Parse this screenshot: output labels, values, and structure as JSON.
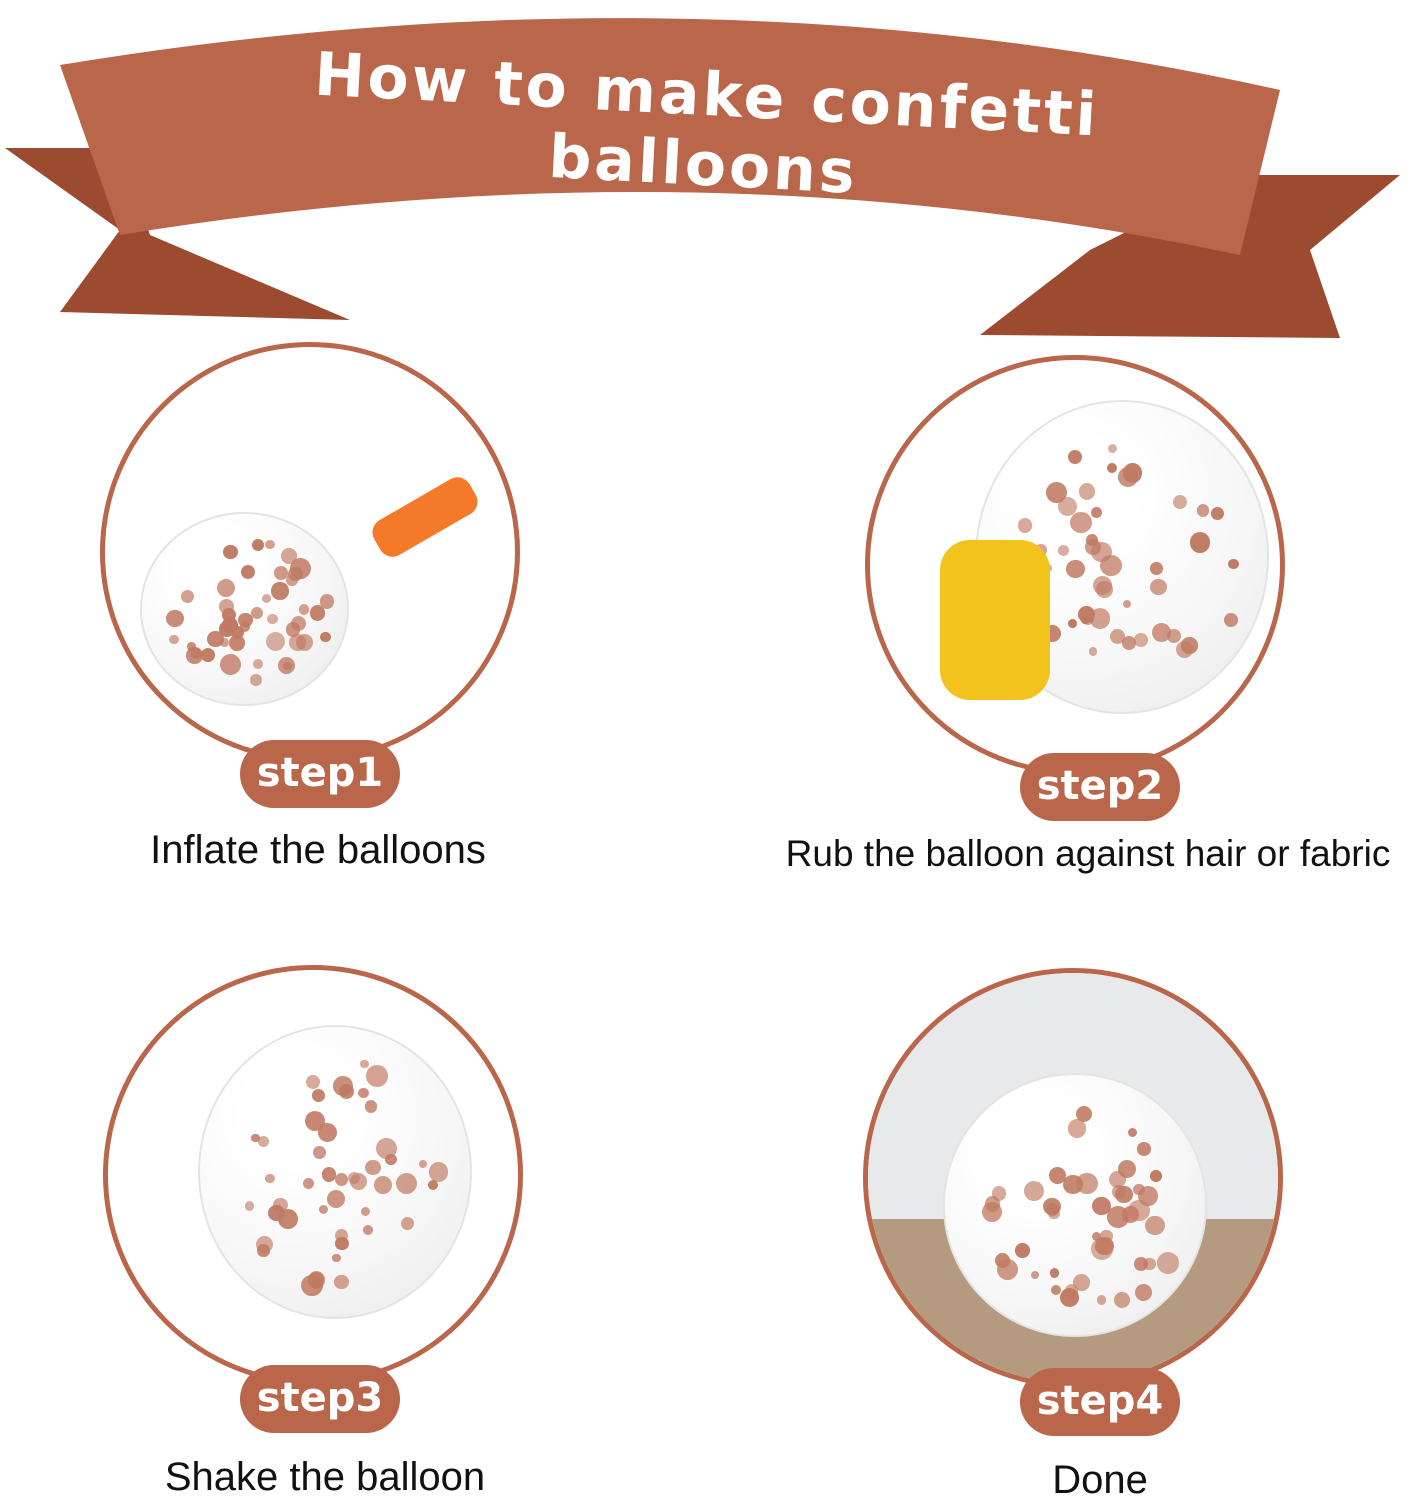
{
  "header": {
    "title": "How to make confetti balloons",
    "color": "#b9664a"
  },
  "steps": [
    {
      "badge": "step1",
      "caption": "Inflate the balloons"
    },
    {
      "badge": "step2",
      "caption": "Rub the balloon against hair or fabric"
    },
    {
      "badge": "step3",
      "caption": "Shake the balloon"
    },
    {
      "badge": "step4",
      "caption": "Done"
    }
  ]
}
